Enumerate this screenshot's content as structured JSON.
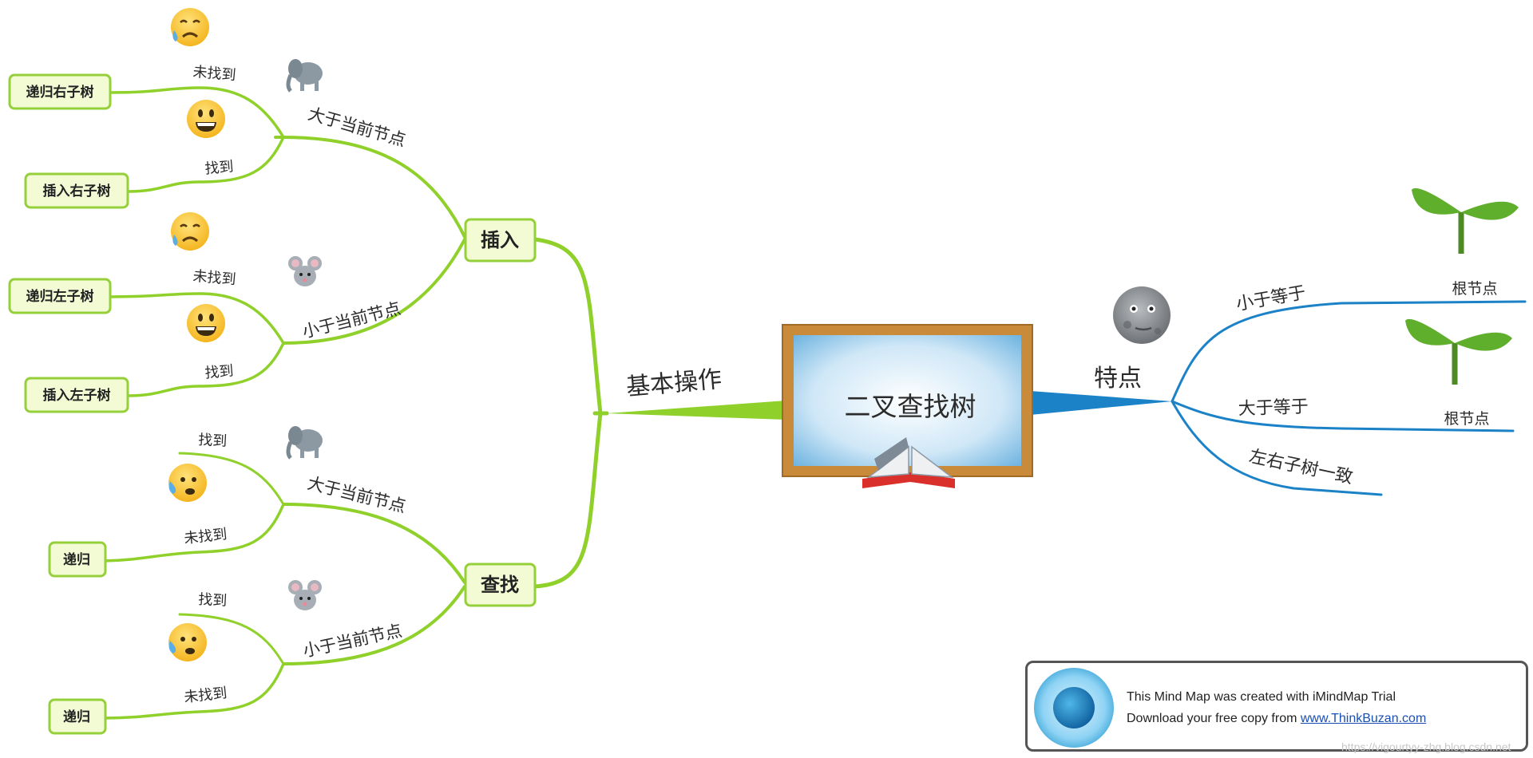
{
  "central": {
    "title": "二叉查找树"
  },
  "left": {
    "main_branch": "基本操作",
    "insert": {
      "label": "插入",
      "greater": {
        "label": "大于当前节点",
        "not_found": "未找到",
        "not_found_action": "递归右子树",
        "found": "找到",
        "found_action": "插入右子树"
      },
      "less": {
        "label": "小于当前节点",
        "not_found": "未找到",
        "not_found_action": "递归左子树",
        "found": "找到",
        "found_action": "插入左子树"
      }
    },
    "search": {
      "label": "查找",
      "greater": {
        "label": "大于当前节点",
        "found": "找到",
        "not_found": "未找到",
        "not_found_action": "递归"
      },
      "less": {
        "label": "小于当前节点",
        "found": "找到",
        "not_found": "未找到",
        "not_found_action": "递归"
      }
    }
  },
  "right": {
    "main_branch": "特点",
    "items": [
      {
        "label": "小于等于",
        "target": "根节点"
      },
      {
        "label": "大于等于",
        "target": "根节点"
      },
      {
        "label": "左右子树一致"
      }
    ]
  },
  "icons": {
    "sad": "sad-sweat-face-icon",
    "grin": "grinning-face-icon",
    "elephant": "elephant-icon",
    "mouse": "mouse-icon",
    "anxious": "anxious-face-icon",
    "moon": "new-moon-face-icon",
    "seedling": "seedling-icon",
    "book": "open-book-icon"
  },
  "colors": {
    "green_branch": "#8fd12a",
    "blue_branch": "#1b82c8",
    "box_fill": "#f2fbd4",
    "box_border": "#95d03a"
  },
  "banner": {
    "line1": "This Mind Map was created with iMindMap Trial",
    "line2_prefix": "Download your free copy from ",
    "link": "www.ThinkBuzan.com"
  },
  "watermark": "https://vigourtyy-zhg.blog.csdn.net"
}
